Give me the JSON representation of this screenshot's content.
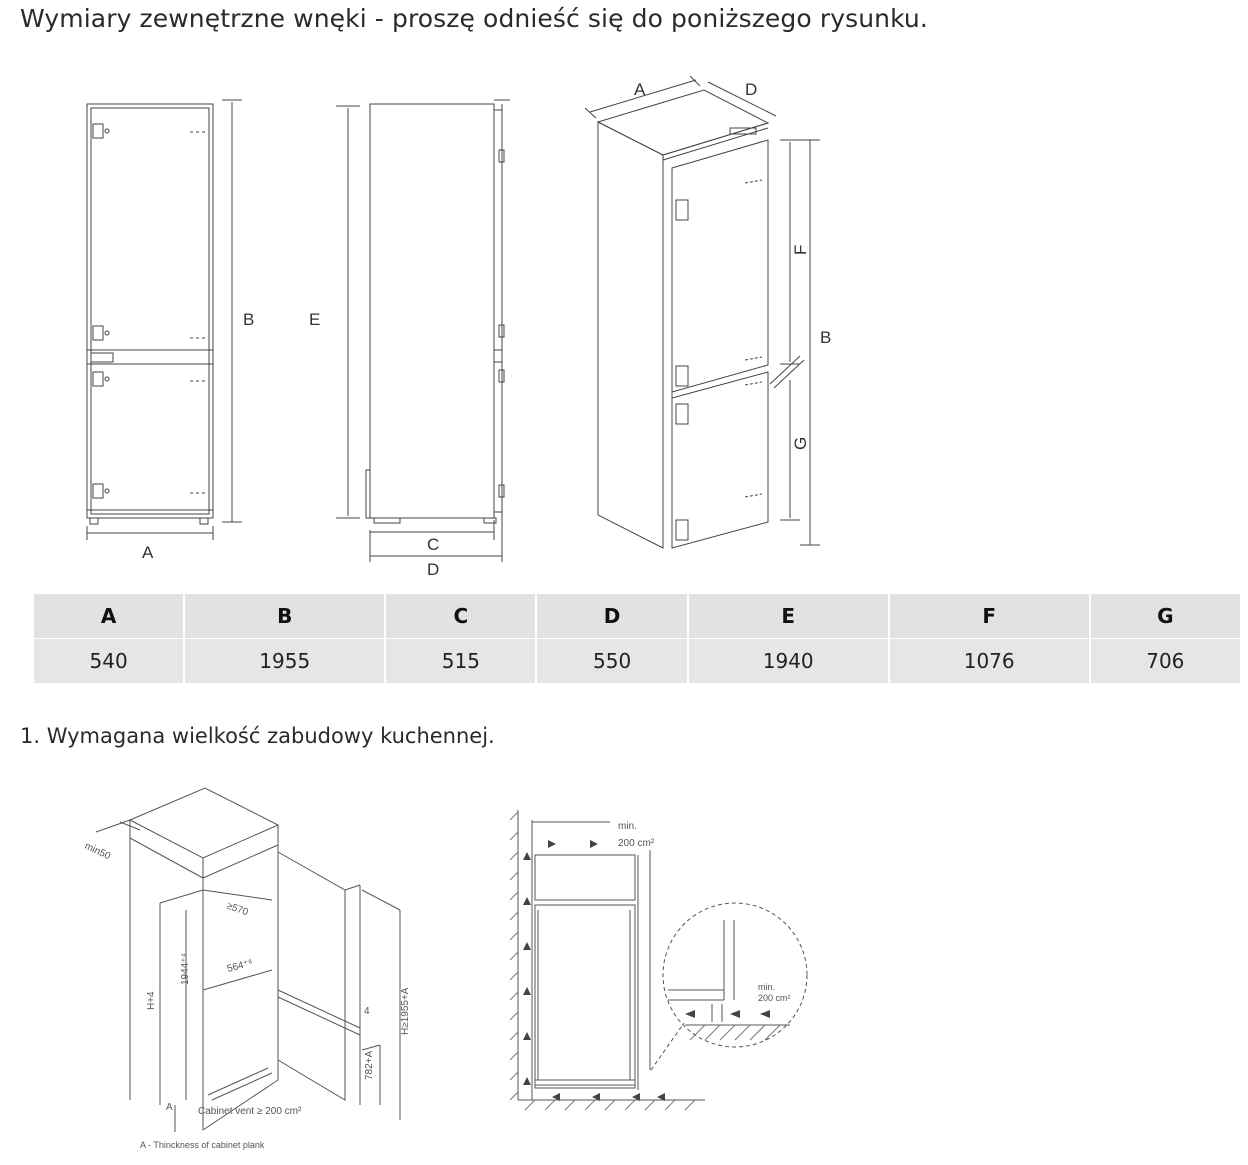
{
  "heading": "Wymiary zewnętrzne wnęki - proszę odnieść się do poniższego rysunku.",
  "figure_labels": {
    "front_width": "A",
    "front_height": "B",
    "side_height": "E",
    "side_depth_c": "C",
    "side_depth_d": "D",
    "iso_a": "A",
    "iso_d": "D",
    "iso_f": "F",
    "iso_b": "B",
    "iso_g": "G"
  },
  "dimensions_table": {
    "headers": [
      "A",
      "B",
      "C",
      "D",
      "E",
      "F",
      "G"
    ],
    "values": [
      "540",
      "1955",
      "515",
      "550",
      "1940",
      "1076",
      "706"
    ]
  },
  "subheading": "1. Wymagana wielkość zabudowy kuchennej.",
  "cabinet_labels": {
    "min50": "min50",
    "w570": "≥570",
    "w564": "564⁺⁸",
    "h1944": "1944⁺⁴",
    "hplus4": "H+4",
    "four": "4",
    "h1955": "H≥1955+A",
    "h782": "782+A",
    "vent": "Cabinet vent ≥ 200 cm²",
    "a": "A",
    "a_note": "A - Thinckness of cabinet plank"
  },
  "vent_labels": {
    "top_min": "min.",
    "top_area": "200 cm²",
    "detail_min": "min.",
    "detail_area": "200 cm²"
  }
}
